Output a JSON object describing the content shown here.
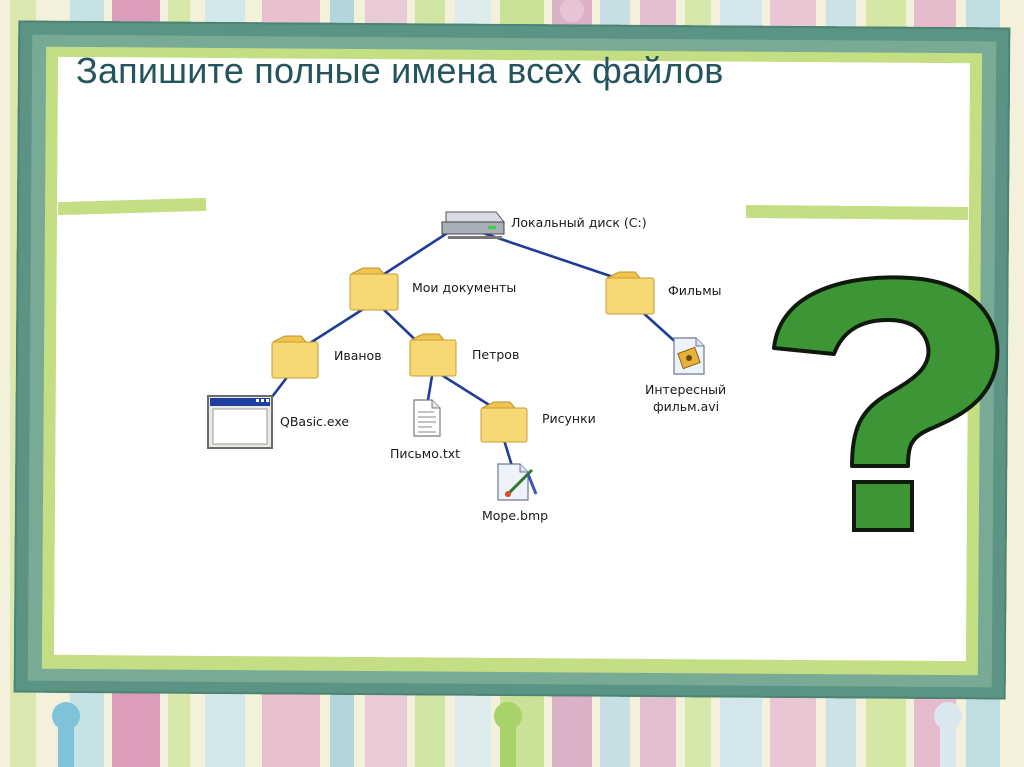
{
  "slide": {
    "title": "Запишите полные имена всех файлов",
    "question_mark": "?"
  },
  "tree": {
    "root": {
      "label": "Локальный диск (C:)",
      "icon": "hard-drive-icon"
    },
    "nodes": [
      {
        "id": "docs",
        "label": "Мои документы",
        "icon": "folder-icon",
        "parent": "root"
      },
      {
        "id": "films",
        "label": "Фильмы",
        "icon": "folder-icon",
        "parent": "root"
      },
      {
        "id": "ivanov",
        "label": "Иванов",
        "icon": "folder-icon",
        "parent": "docs"
      },
      {
        "id": "petrov",
        "label": "Петров",
        "icon": "folder-icon",
        "parent": "docs"
      },
      {
        "id": "qbasic",
        "label": "QBasic.exe",
        "icon": "exe-window-icon",
        "parent": "ivanov"
      },
      {
        "id": "letter",
        "label": "Письмо.txt",
        "icon": "text-file-icon",
        "parent": "petrov"
      },
      {
        "id": "pictures",
        "label": "Рисунки",
        "icon": "folder-icon",
        "parent": "petrov"
      },
      {
        "id": "sea",
        "label": "Море.bmp",
        "icon": "bitmap-file-icon",
        "parent": "pictures"
      },
      {
        "id": "movie",
        "label_line1": "Интересный",
        "label_line2": "фильм.avi",
        "icon": "video-file-icon",
        "parent": "films"
      }
    ]
  },
  "colors": {
    "title": "#24545e",
    "connector": "#1f3d96",
    "folder": "#f7d874",
    "question_mark": "#3b8f33"
  }
}
